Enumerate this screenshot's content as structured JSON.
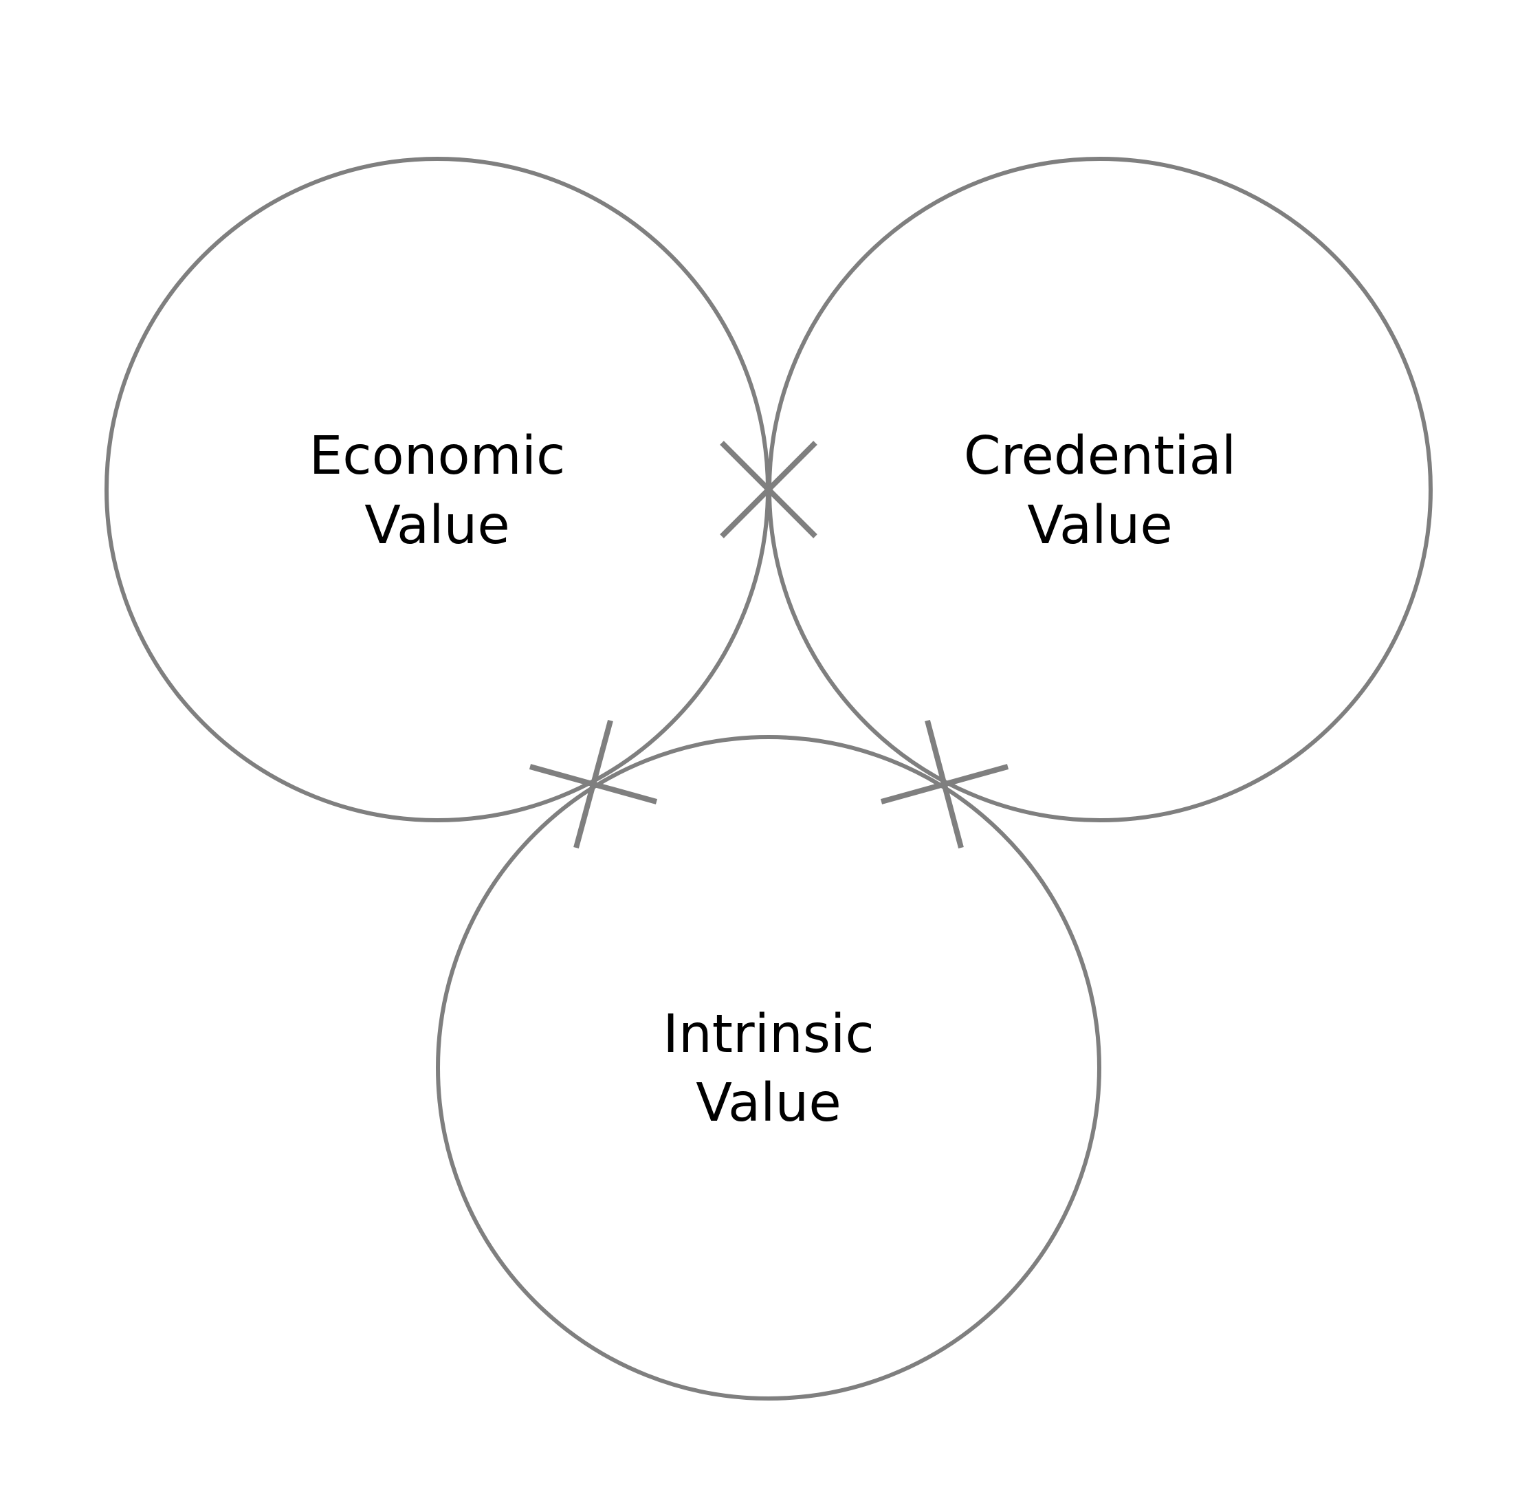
{
  "colors": {
    "stroke": "#7f7f7f",
    "text": "#000000",
    "background": "#ffffff"
  },
  "circles": [
    {
      "id": "economic",
      "line1": "Economic",
      "line2": "Value"
    },
    {
      "id": "credential",
      "line1": "Credential",
      "line2": "Value"
    },
    {
      "id": "intrinsic",
      "line1": "Intrinsic",
      "line2": "Value"
    }
  ],
  "connectors": [
    {
      "id": "economic-credential",
      "icon": "x-mark-icon"
    },
    {
      "id": "economic-intrinsic",
      "icon": "x-mark-icon"
    },
    {
      "id": "credential-intrinsic",
      "icon": "x-mark-icon"
    }
  ]
}
